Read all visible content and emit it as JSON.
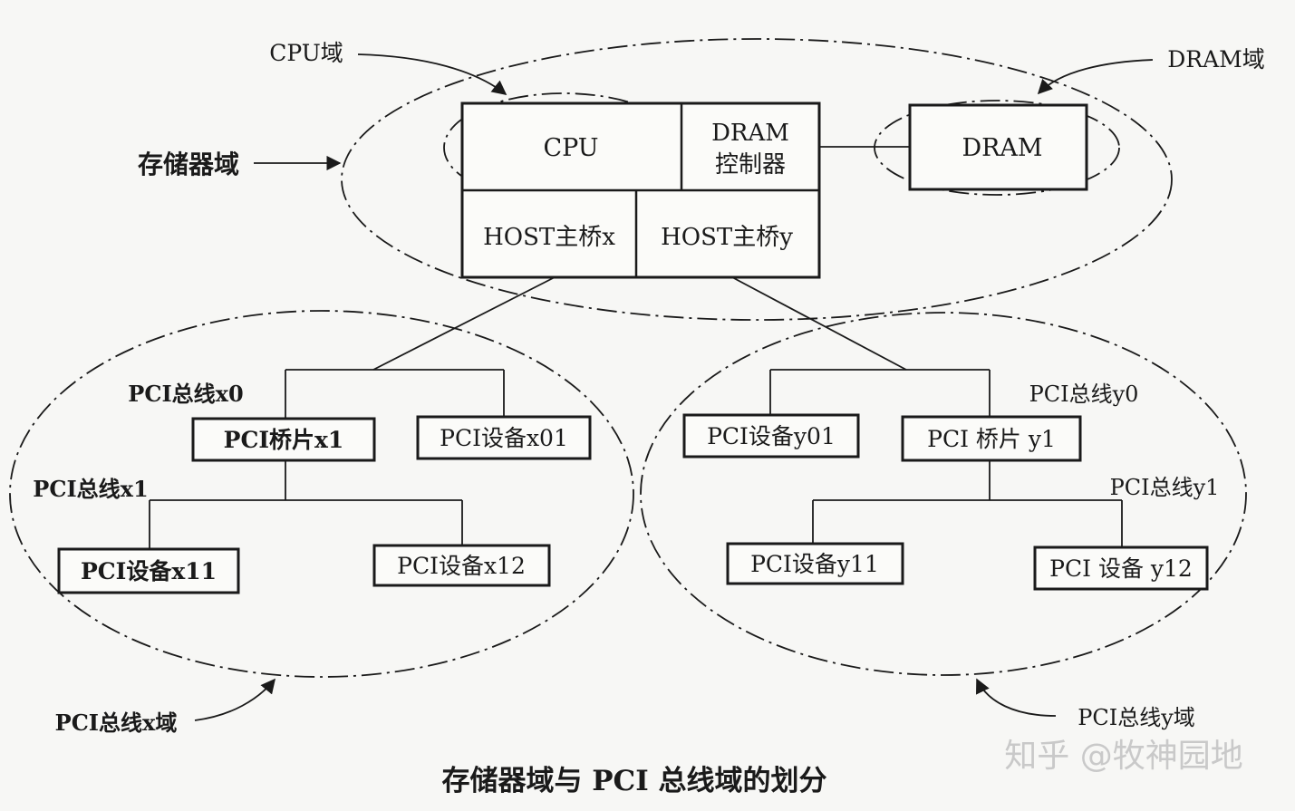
{
  "labels": {
    "cpu_domain": "CPU域",
    "dram_domain": "DRAM域",
    "storage_domain": "存储器域",
    "pci_x_domain": "PCI总线x域",
    "pci_y_domain": "PCI总线y域",
    "bus_x0": "PCI总线x0",
    "bus_x1": "PCI总线x1",
    "bus_y0": "PCI总线y0",
    "bus_y1": "PCI总线y1"
  },
  "boxes": {
    "cpu": "CPU",
    "dram_ctrl_line1": "DRAM",
    "dram_ctrl_line2": "控制器",
    "dram": "DRAM",
    "host_x": "HOST主桥x",
    "host_y": "HOST主桥y",
    "bridge_x1": "PCI桥片x1",
    "device_x01": "PCI设备x01",
    "device_x11": "PCI设备x11",
    "device_x12": "PCI设备x12",
    "device_y01": "PCI设备y01",
    "bridge_y1": "PCI 桥片 y1",
    "device_y11": "PCI设备y11",
    "device_y12": "PCI 设备 y12"
  },
  "caption": "存储器域与 PCI 总线域的划分",
  "watermark": "知乎 @牧神园地"
}
